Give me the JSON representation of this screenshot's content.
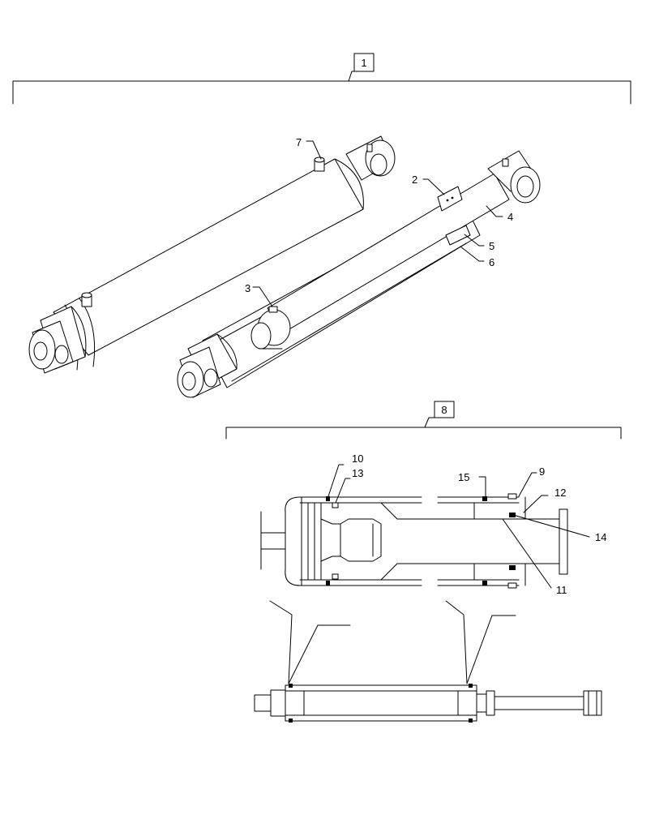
{
  "callouts": {
    "assembly_1": "1",
    "assembly_8": "8",
    "part_2": "2",
    "part_3": "3",
    "part_4": "4",
    "part_5": "5",
    "part_6": "6",
    "part_7": "7",
    "part_9": "9",
    "part_10": "10",
    "part_11": "11",
    "part_12": "12",
    "part_13": "13",
    "part_14": "14",
    "part_15": "15"
  }
}
